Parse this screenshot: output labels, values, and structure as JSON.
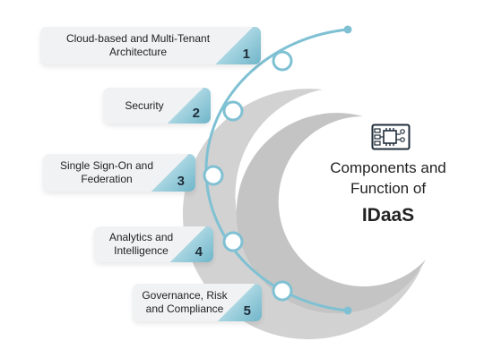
{
  "title": {
    "line1": "Components and",
    "line2": "Function of",
    "line3": "IDaaS"
  },
  "icons": {
    "center": "circuit-board-icon"
  },
  "colors": {
    "accent": "#7fc1d3",
    "accent_dark": "#5aa9bf",
    "card_bg": "#f1f2f4",
    "moon": "#cfcfcf"
  },
  "items": [
    {
      "number": "1",
      "label": "Cloud-based and Multi-Tenant Architecture"
    },
    {
      "number": "2",
      "label": "Security"
    },
    {
      "number": "3",
      "label": "Single Sign-On and Federation"
    },
    {
      "number": "4",
      "label": "Analytics and Intelligence"
    },
    {
      "number": "5",
      "label": "Governance, Risk and Compliance"
    }
  ]
}
